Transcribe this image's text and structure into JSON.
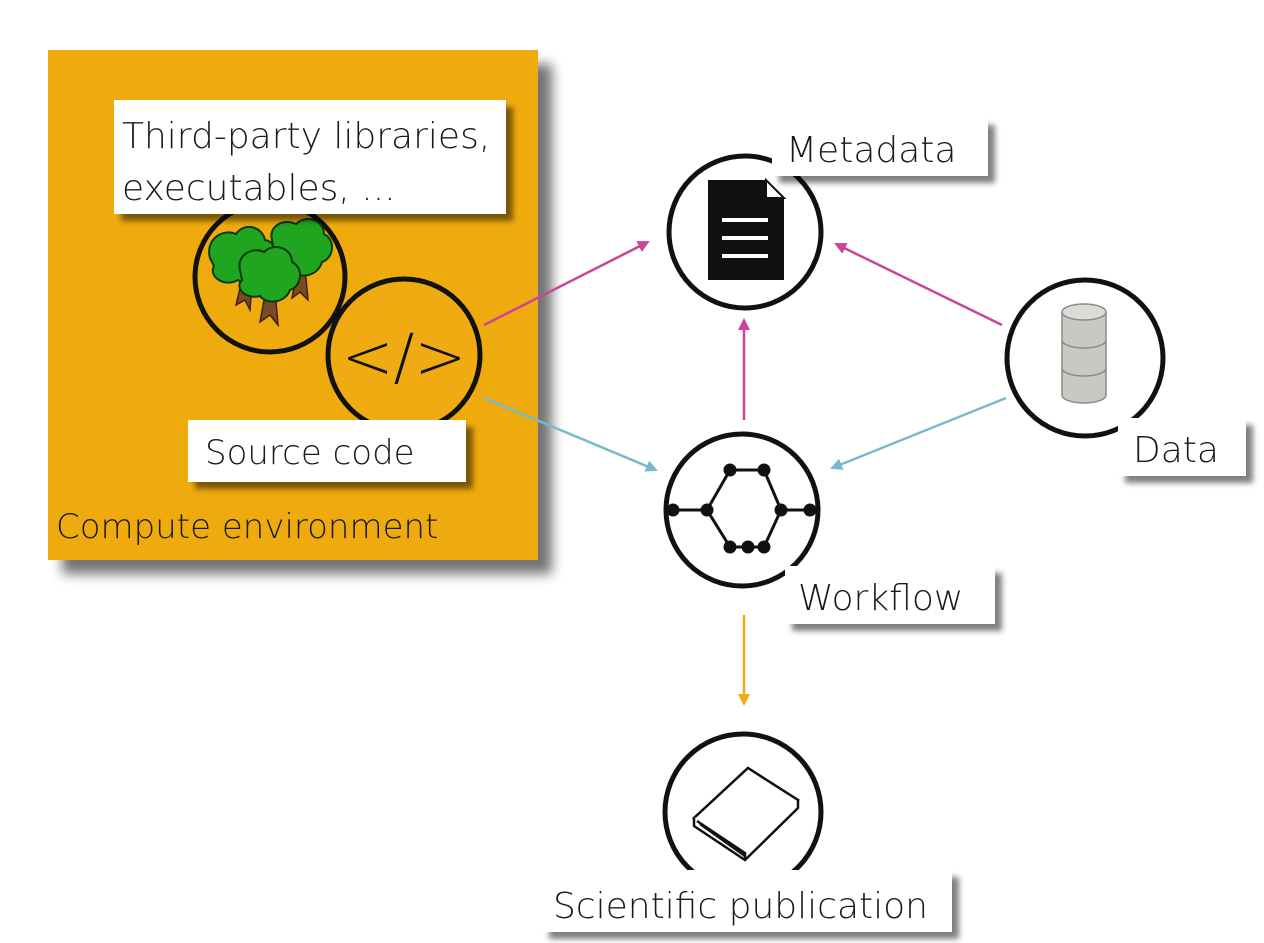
{
  "labels": {
    "third_party_line1": "Third-party libraries,",
    "third_party_line2": "executables, ...",
    "source_code": "Source code",
    "compute_environment": "Compute environment",
    "metadata": "Metadata",
    "data": "Data",
    "workflow": "Workflow",
    "scientific_publication": "Scientific publication",
    "code_glyph": "</>"
  },
  "colors": {
    "environment_fill": "#efab11",
    "magenta_arrow": "#cc4499",
    "blue_arrow": "#7ab8cc",
    "orange_arrow": "#efab11",
    "tree_green": "#1fa51f",
    "trunk_brown": "#7a4a25",
    "db_gray": "#c9c9c4"
  },
  "icons": {
    "libraries": "trees-icon",
    "source_code": "code-icon",
    "metadata": "document-icon",
    "data": "database-icon",
    "workflow": "graph-network-icon",
    "publication": "book-icon"
  }
}
